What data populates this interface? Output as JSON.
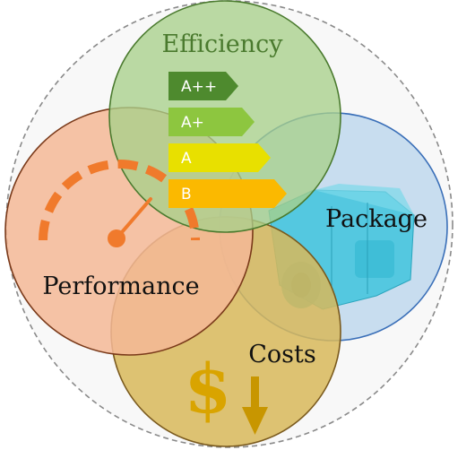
{
  "diagram": {
    "labels": {
      "efficiency": "Efficiency",
      "package": "Package",
      "performance": "Performance",
      "costs": "Costs"
    },
    "energy_classes": [
      {
        "label": "A++",
        "color": "#4e8a2e"
      },
      {
        "label": "A+",
        "color": "#8dc63f"
      },
      {
        "label": "A",
        "color": "#e8e000"
      },
      {
        "label": "B",
        "color": "#fbb900"
      }
    ],
    "icons": {
      "gauge": "speedometer-gauge-icon",
      "costs": "dollar-down-arrow-icon",
      "package": "motor-housing-icon"
    },
    "colors": {
      "efficiency": "#a8cf8a",
      "package": "#bcd6ec",
      "performance": "#f5b896",
      "costs": "#d8b85a",
      "accent_orange": "#f07a2c",
      "dollar": "#d9a400",
      "arrow": "#c89600",
      "motor": "#3fc4dd"
    }
  }
}
